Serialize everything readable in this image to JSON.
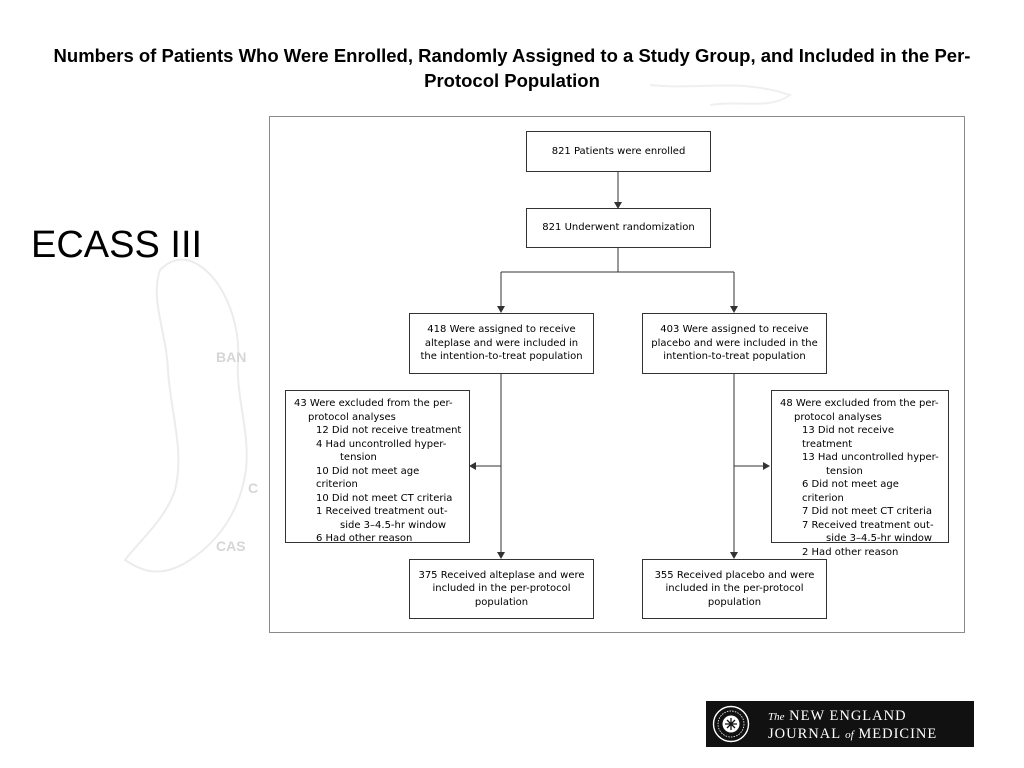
{
  "slide": {
    "title": "Numbers of Patients Who Were Enrolled, Randomly Assigned to a Study Group, and Included in the Per-Protocol Population",
    "label": "ECASS III"
  },
  "flowchart": {
    "enrolled": "821 Patients were enrolled",
    "randomized": "821 Underwent randomization",
    "alteplase_assigned": "418 Were assigned to receive alteplase and were included in the intention-to-treat population",
    "placebo_assigned": "403 Were assigned to receive placebo and were included in the intention-to-treat population",
    "alteplase_excluded": {
      "head_line1": "43 Were excluded from the per-",
      "head_line2": "protocol analyses",
      "items": [
        {
          "line1": "12 Did not receive treatment"
        },
        {
          "line1": "4 Had uncontrolled hyper-",
          "line2": "tension"
        },
        {
          "line1": "10 Did not meet age criterion"
        },
        {
          "line1": "10 Did not meet CT criteria"
        },
        {
          "line1": "1 Received treatment out-",
          "line2": "side 3–4.5-hr window"
        },
        {
          "line1": "6 Had other reason"
        }
      ]
    },
    "placebo_excluded": {
      "head_line1": "48 Were excluded from the per-",
      "head_line2": "protocol analyses",
      "items": [
        {
          "line1": "13 Did not receive treatment"
        },
        {
          "line1": "13 Had uncontrolled hyper-",
          "line2": "tension"
        },
        {
          "line1": "6 Did not meet age criterion"
        },
        {
          "line1": "7 Did not meet CT criteria"
        },
        {
          "line1": "7 Received treatment out-",
          "line2": "side 3–4.5-hr window"
        },
        {
          "line1": "2 Had other reason"
        }
      ]
    },
    "alteplase_pp": "375 Received alteplase and were included in the per-protocol population",
    "placebo_pp": "355 Received placebo and were included in the per-protocol population"
  },
  "logo": {
    "the": "The",
    "line1": "NEW ENGLAND",
    "journal": "JOURNAL",
    "of": "of",
    "medicine": "MEDICINE",
    "seal_icon": "nejm-seal-icon"
  },
  "colors": {
    "map_outline": "#e6e6e6",
    "map_text": "#d4d4d4",
    "logo_bg": "#111111"
  }
}
